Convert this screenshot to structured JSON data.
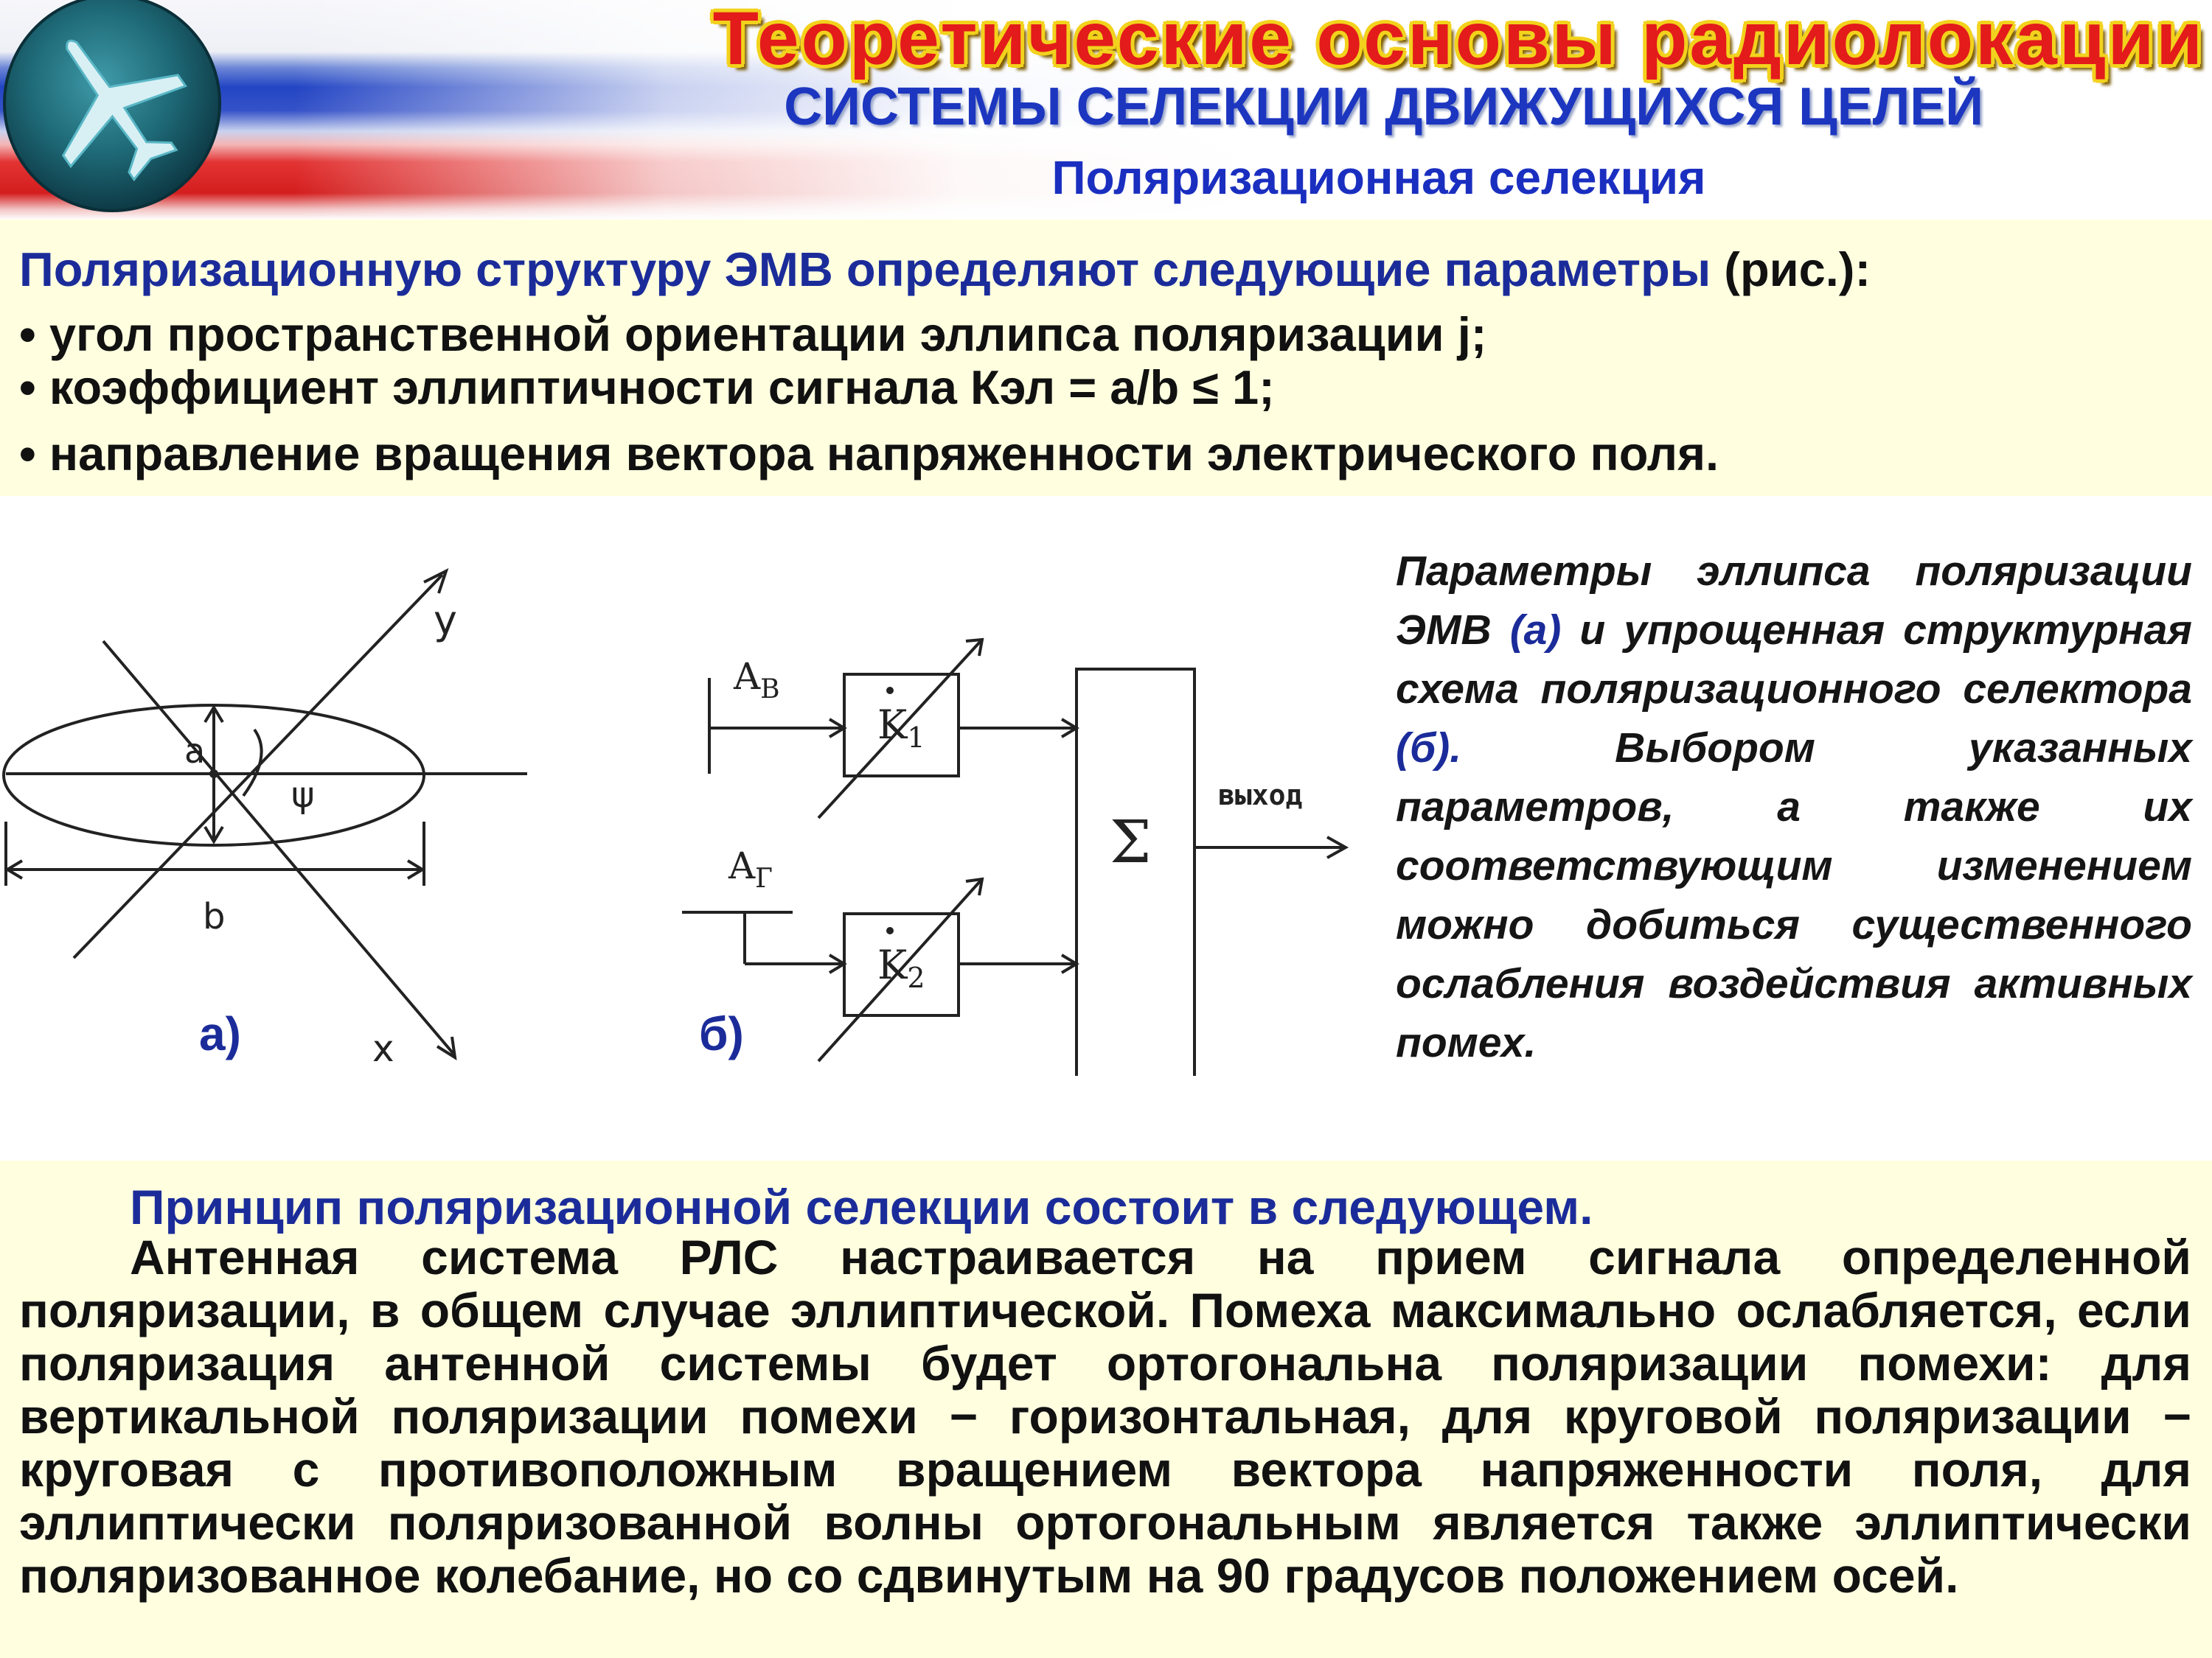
{
  "header": {
    "title": "Теоретические основы радиолокации",
    "subtitle": "СИСТЕМЫ СЕЛЕКЦИИ ДВИЖУЩИХСЯ ЦЕЛЕЙ",
    "section": "Поляризационная селекция"
  },
  "params": {
    "intro_blue": "Поляризационную структуру ЭМВ определяют следующие параметры",
    "intro_rest": " (рис.):",
    "bullets": [
      "• угол пространственной ориентации эллипса поляризации j;",
      "• коэффициент эллиптичности сигнала Кэл = a/b ≤ 1;",
      "• направление вращения вектора напряженности электрического поля."
    ]
  },
  "diagram_a": {
    "label": "а)",
    "axis_y": "y",
    "axis_x": "x",
    "semi_axis_a": "a",
    "axis_b": "b",
    "angle": "ψ"
  },
  "diagram_b": {
    "label": "б)",
    "input_vertical": "A",
    "input_vertical_sub": "В",
    "input_horizontal": "A",
    "input_horizontal_sub": "Г",
    "k1": "K",
    "k1_sub": "1",
    "k2": "K",
    "k2_sub": "2",
    "summator": "Σ",
    "output": "выход"
  },
  "caption": {
    "part1": "Параметры эллипса поляризации ЭМВ ",
    "ref_a": "(а)",
    "part2": " и упрощенная структурная схема поляризационного селектора ",
    "ref_b": "(б).",
    "part3": " Выбором указанных параметров, а также их соответствующим изменением можно добиться существенного ослабления воздействия активных помех."
  },
  "principle": {
    "title": "Принцип поляризационной селекции состоит в следующем.",
    "text": "Антенная система РЛС настраивается на прием сигнала определенной поляризации, в общем случае эллиптической. Помеха максимально ослабляется, если поляризация антенной системы будет ортогональна поляризации помехи: для вертикальной поляризации помехи − горизонтальная, для круговой поляризации − круговая с противоположным вращением вектора напряженности поля, для эллиптически поляризованной волны ортогональным является также эллиптически поляризованное колебание, но со сдвинутым на 90 градусов положением осей."
  }
}
